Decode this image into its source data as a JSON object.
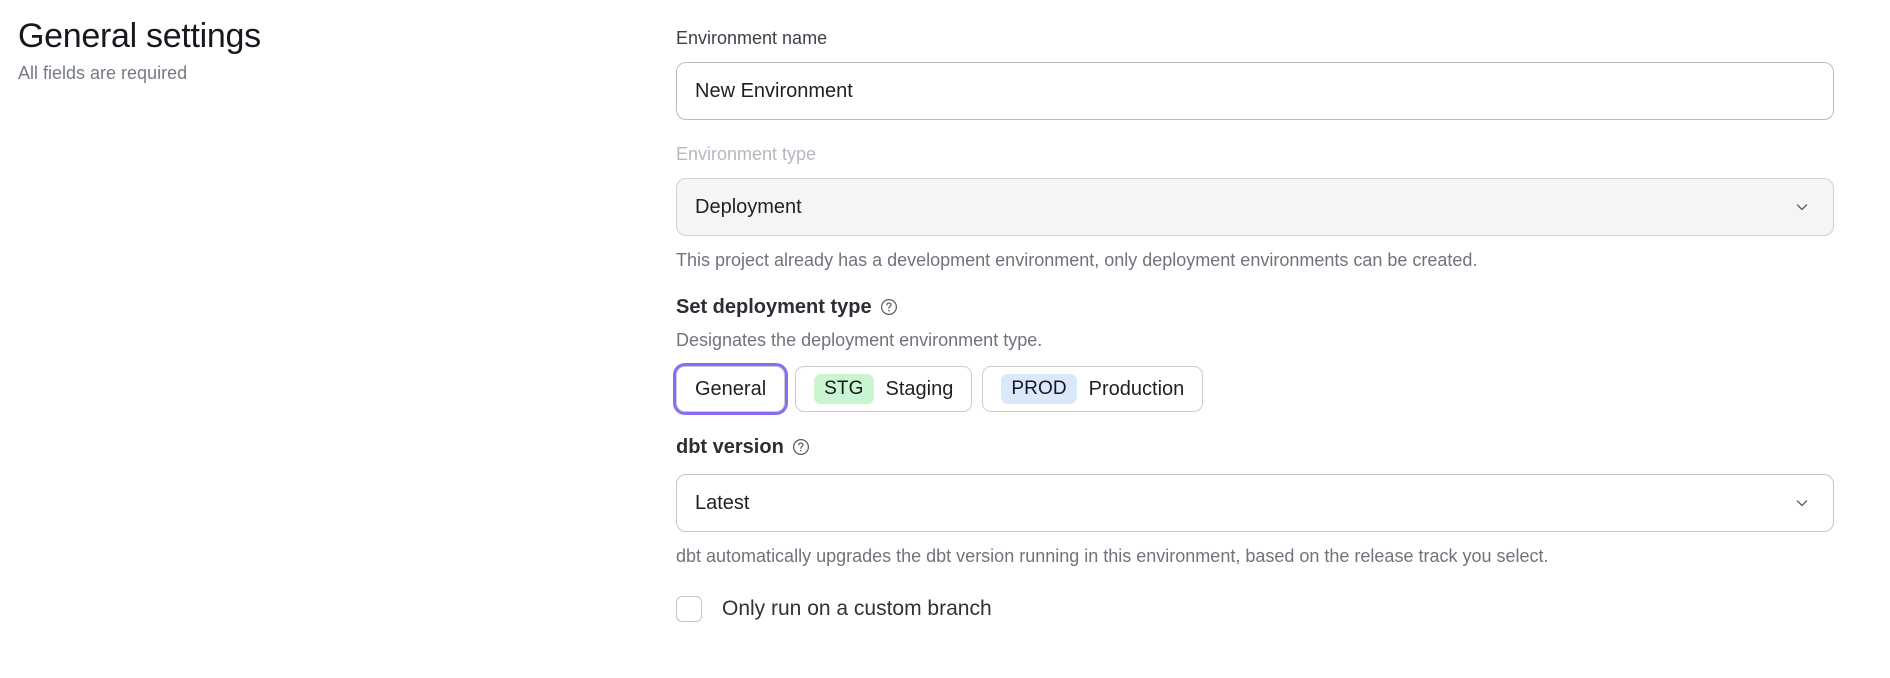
{
  "header": {
    "title": "General settings",
    "subtitle": "All fields are required"
  },
  "form": {
    "environment_name": {
      "label": "Environment name",
      "value": "New Environment",
      "placeholder": "Environment name"
    },
    "environment_type": {
      "label": "Environment type",
      "value": "Deployment",
      "disabled": true,
      "chevron_icon": "chevron-down-icon",
      "helper": "This project already has a development environment, only deployment environments can be created."
    },
    "deployment_type": {
      "title": "Set deployment type",
      "help_icon": "question-circle-icon",
      "description": "Designates the deployment environment type.",
      "options": [
        {
          "id": "general",
          "badge": "",
          "label": "General",
          "selected": true
        },
        {
          "id": "staging",
          "badge": "STG",
          "label": "Staging",
          "selected": false
        },
        {
          "id": "production",
          "badge": "PROD",
          "label": "Production",
          "selected": false
        }
      ]
    },
    "dbt_version": {
      "title": "dbt version",
      "help_icon": "question-circle-icon",
      "value": "Latest",
      "chevron_icon": "chevron-down-icon",
      "helper": "dbt automatically upgrades the dbt version running in this environment, based on the release track you select."
    },
    "custom_branch": {
      "label": "Only run on a custom branch",
      "checked": false
    }
  },
  "colors": {
    "focus_ring": "#8a6cf6",
    "badge_stg_bg": "#c9f5d1",
    "badge_prod_bg": "#d9e8fb",
    "text_primary": "#1f2023",
    "text_muted": "#6f737c",
    "disabled_label": "#b4b8bf"
  }
}
